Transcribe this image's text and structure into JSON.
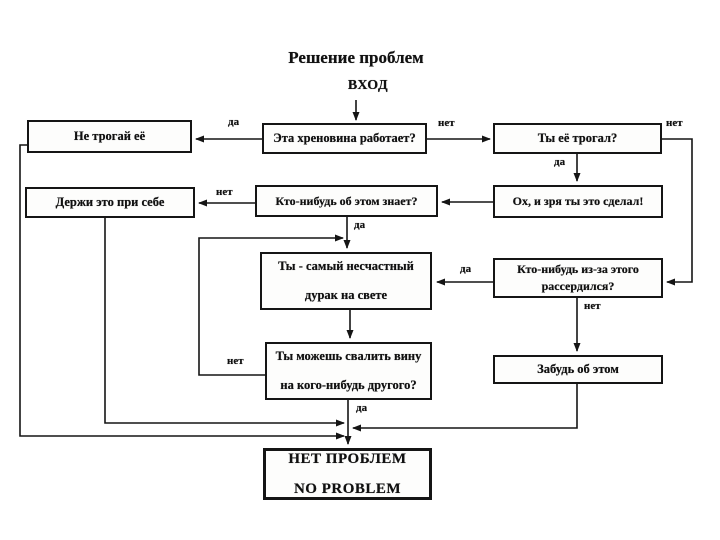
{
  "title": "Решение проблем",
  "entry": "ВХОД",
  "nodes": {
    "dont_touch": "Не трогай её",
    "does_it_work": "Эта хреновина работает?",
    "did_you_touch": "Ты её трогал?",
    "keep_quiet": "Держи это при себе",
    "anyone_knows": "Кто-нибудь об этом знает?",
    "in_vain": "Ох, и зря ты это сделал!",
    "fool_l1": "Ты - самый несчастный",
    "fool_l2": "дурак на свете",
    "angry_l1": "Кто-нибудь из-за этого",
    "angry_l2": "рассердился?",
    "blame_l1": "Ты можешь свалить вину",
    "blame_l2": "на кого-нибудь другого?",
    "forget": "Забудь об этом",
    "no_problem_ru": "НЕТ ПРОБЛЕМ",
    "no_problem_en": "NO PROBLEM"
  },
  "edge_labels": {
    "work_yes": "да",
    "work_no": "нет",
    "touch_no": "нет",
    "touch_yes": "да",
    "knows_no": "нет",
    "knows_yes": "да",
    "angry_yes": "да",
    "angry_no": "нет",
    "blame_no": "нет",
    "blame_yes": "да"
  },
  "colors": {
    "ink": "#151515",
    "background": "#ffffff"
  }
}
